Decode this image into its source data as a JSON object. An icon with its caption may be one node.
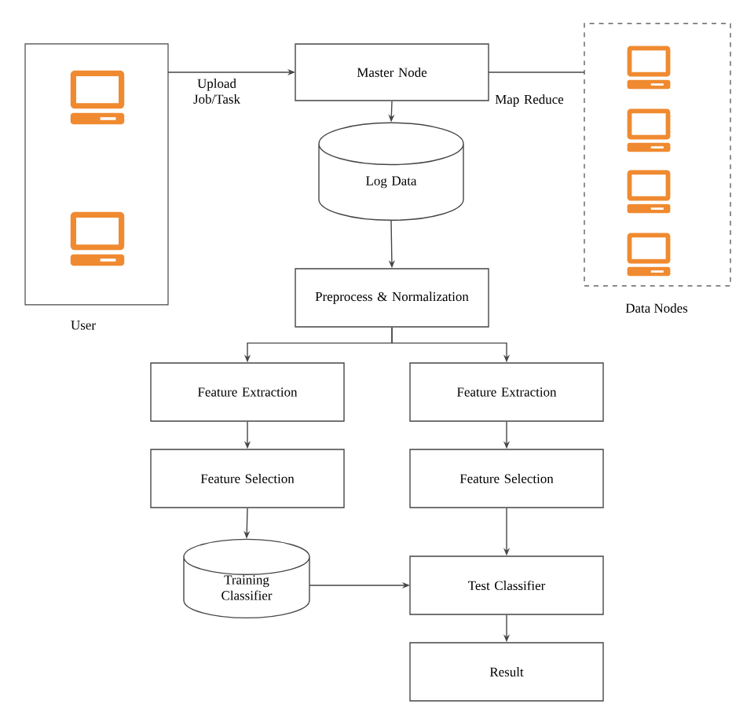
{
  "diagram": {
    "nodes": [
      {
        "text": [
          "User"
        ]
      },
      {
        "text": [
          "Master Node"
        ]
      },
      {
        "text": [
          "Data Nodes"
        ]
      },
      {
        "text": [
          "Log Data"
        ]
      },
      {
        "text": [
          "Preprocess & Normalization"
        ]
      },
      {
        "text": [
          "Feature Extraction"
        ]
      },
      {
        "text": [
          "Feature Extraction"
        ]
      },
      {
        "text": [
          "Feature Selection"
        ]
      },
      {
        "text": [
          "Feature Selection"
        ]
      },
      {
        "text": [
          "Training Classifier"
        ]
      },
      {
        "text": [
          "Test Classifier"
        ]
      },
      {
        "text": [
          "Result"
        ]
      }
    ],
    "edges": [
      {
        "from": 0,
        "to": 1,
        "arrow": "to",
        "label": "Upload Job/Task"
      },
      {
        "from": 1,
        "to": 2,
        "arrow": "none",
        "label": "Map Reduce"
      },
      {
        "from": 1,
        "to": 3,
        "arrow": "to"
      },
      {
        "from": 3,
        "to": 4,
        "arrow": "to"
      },
      {
        "from": 4,
        "to": 5,
        "arrow": "to"
      },
      {
        "from": 4,
        "to": 6,
        "arrow": "to"
      },
      {
        "from": 5,
        "to": 7,
        "arrow": "to"
      },
      {
        "from": 6,
        "to": 8,
        "arrow": "to"
      },
      {
        "from": 7,
        "to": 9,
        "arrow": "to"
      },
      {
        "from": 8,
        "to": 10,
        "arrow": "to"
      },
      {
        "from": 9,
        "to": 10,
        "arrow": "to"
      },
      {
        "from": 10,
        "to": 11,
        "arrow": "to"
      }
    ]
  }
}
